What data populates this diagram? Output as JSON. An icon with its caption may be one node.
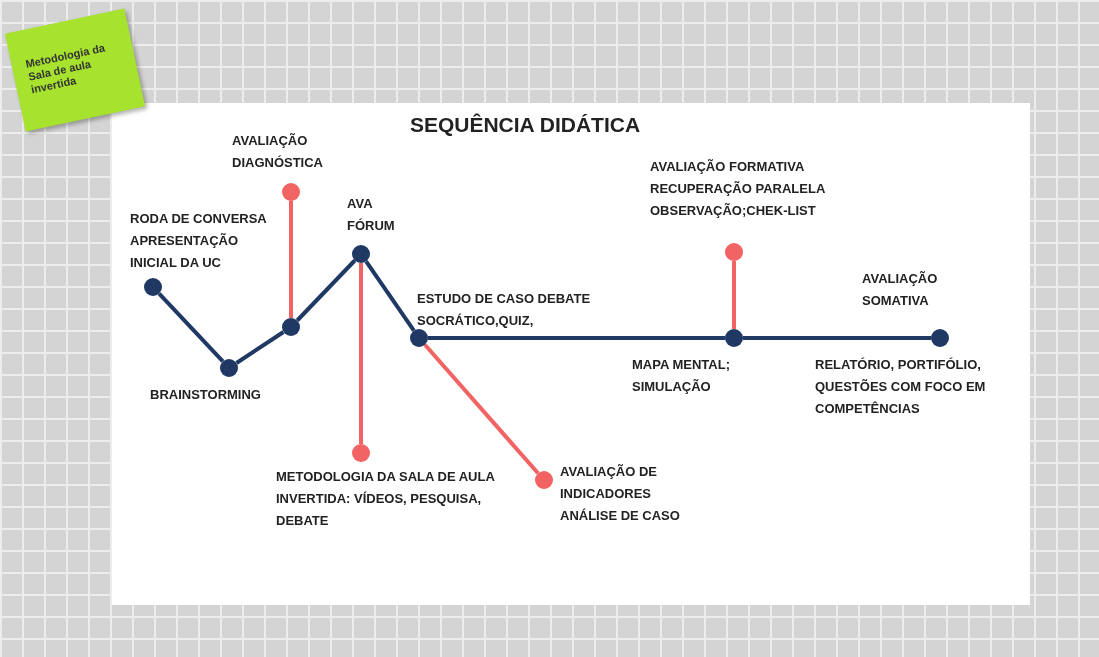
{
  "diagram": {
    "title": "SEQUÊNCIA DIDÁTICA",
    "nodes": [
      {
        "text": [
          "Metodologia da Sala de aula invertida"
        ]
      },
      {
        "text": [],
        "shape": "circle",
        "beside": [
          "RODA DE CONVERSA APRESENTAÇÃO INICIAL DA UC"
        ]
      },
      {
        "text": [],
        "shape": "circle",
        "beside": [
          "BRAINSTORMING"
        ]
      },
      {
        "text": [],
        "shape": "circle"
      },
      {
        "text": [],
        "shape": "circle",
        "beside": [
          "AVALIAÇÃO DIAGNÓSTICA"
        ]
      },
      {
        "text": [],
        "shape": "circle",
        "beside": [
          "AVA FÓRUM"
        ]
      },
      {
        "text": [],
        "shape": "circle",
        "beside": [
          "METODOLOGIA DA SALA DE AULA INVERTIDA: VÍDEOS, PESQUISA, DEBATE"
        ]
      },
      {
        "text": [],
        "shape": "circle",
        "beside": [
          "ESTUDO DE CASO DEBATE SOCRÁTICO,QUIZ,"
        ]
      },
      {
        "text": [],
        "shape": "circle",
        "beside": [
          "AVALIAÇÃO DE INDICADORES ANÁLISE DE CASO"
        ]
      },
      {
        "text": [],
        "shape": "circle",
        "beside": [
          "MAPA MENTAL; SIMULAÇÃO"
        ]
      },
      {
        "text": [],
        "shape": "circle",
        "beside": [
          "AVALIAÇÃO FORMATIVA RECUPERAÇÃO PARALELA OBSERVAÇÃO;CHEK-LIST"
        ]
      },
      {
        "text": [],
        "shape": "circle",
        "beside": [
          "AVALIAÇÃO SOMATIVA",
          "RELATÓRIO, PORTIFÓLIO, QUESTÕES COM FOCO EM COMPETÊNCIAS"
        ]
      }
    ],
    "edges": [
      {
        "from": 1,
        "to": 2,
        "arrow": "none"
      },
      {
        "from": 2,
        "to": 3,
        "arrow": "none"
      },
      {
        "from": 3,
        "to": 4,
        "arrow": "none",
        "color": "#f26363"
      },
      {
        "from": 3,
        "to": 5,
        "arrow": "none"
      },
      {
        "from": 5,
        "to": 6,
        "arrow": "none",
        "color": "#f26363"
      },
      {
        "from": 5,
        "to": 7,
        "arrow": "none"
      },
      {
        "from": 7,
        "to": 8,
        "arrow": "none",
        "color": "#f26363"
      },
      {
        "from": 7,
        "to": 9,
        "arrow": "none"
      },
      {
        "from": 9,
        "to": 10,
        "arrow": "none",
        "color": "#f26363"
      },
      {
        "from": 9,
        "to": 11,
        "arrow": "none"
      }
    ]
  }
}
